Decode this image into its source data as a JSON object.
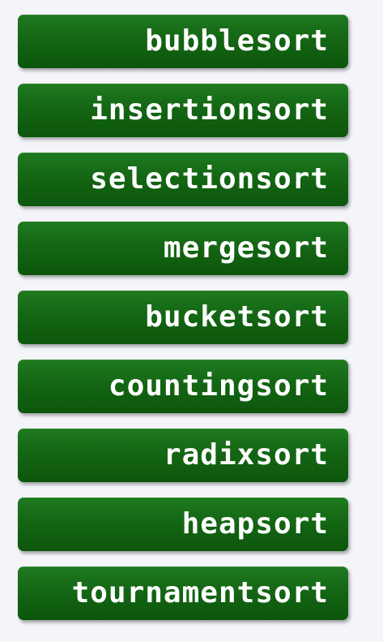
{
  "sort_buttons": [
    {
      "label": "bubblesort"
    },
    {
      "label": "insertionsort"
    },
    {
      "label": "selectionsort"
    },
    {
      "label": "mergesort"
    },
    {
      "label": "bucketsort"
    },
    {
      "label": "countingsort"
    },
    {
      "label": "radixsort"
    },
    {
      "label": "heapsort"
    },
    {
      "label": "tournamentsort"
    }
  ],
  "colors": {
    "background": "#f3f5f9",
    "button_green": "#146614",
    "label_text": "#ffffff"
  }
}
